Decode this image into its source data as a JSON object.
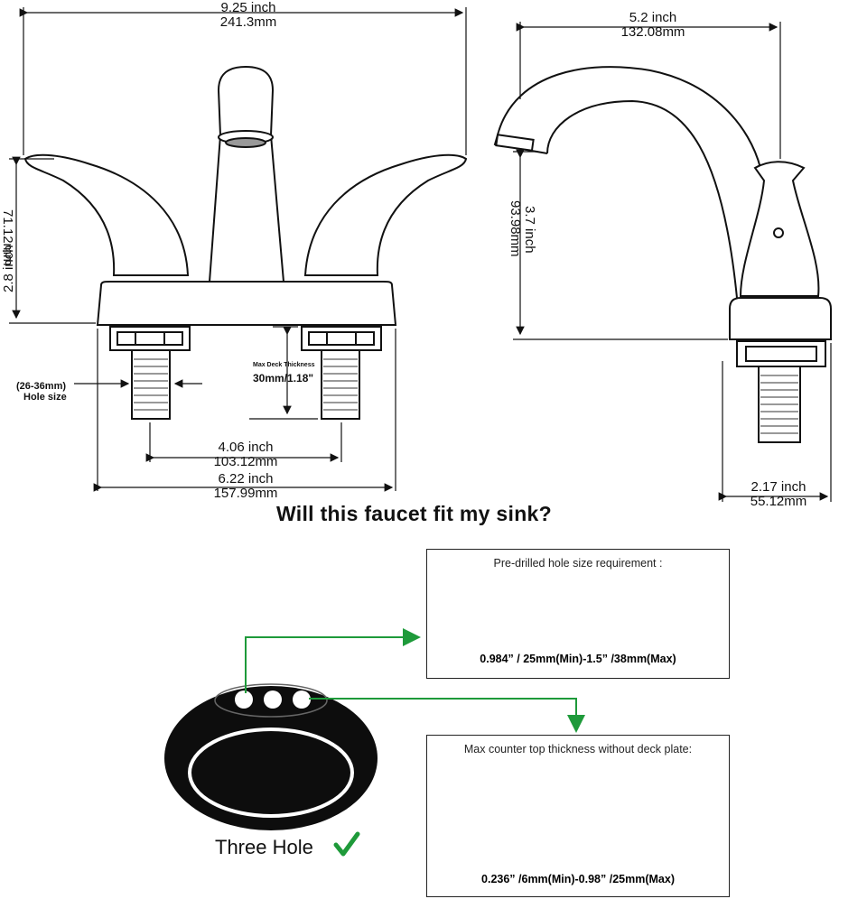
{
  "front_view": {
    "overall_width": {
      "inch": "9.25 inch",
      "mm": "241.3mm"
    },
    "height": {
      "inch": "2.8 inch",
      "mm": "71.12mm"
    },
    "hole_size_label": {
      "range": "(26-36mm)",
      "caption": "Hole size"
    },
    "deck_thickness": {
      "title": "Max Deck Thickness",
      "value": "30mm/1.18\""
    },
    "center_spacing": {
      "inch": "4.06 inch",
      "mm": "103.12mm"
    },
    "base_width": {
      "inch": "6.22 inch",
      "mm": "157.99mm"
    }
  },
  "side_view": {
    "spout_reach": {
      "inch": "5.2 inch",
      "mm": "132.08mm"
    },
    "spout_height": {
      "inch": "3.7 inch",
      "mm": "93.98mm"
    },
    "base_depth": {
      "inch": "2.17 inch",
      "mm": "55.12mm"
    }
  },
  "headline": "Will this faucet fit my sink?",
  "hole_requirement_box": {
    "title": "Pre-drilled hole size requirement :",
    "spec": "0.984” / 25mm(Min)-1.5” /38mm(Max)"
  },
  "thickness_box": {
    "title": "Max counter top thickness without deck plate:",
    "spec": "0.236” /6mm(Min)-0.98” /25mm(Max)"
  },
  "sink": {
    "label": "Three Hole",
    "check_icon": "check-mark-icon"
  },
  "colors": {
    "arrow_green": "#1e9a3a",
    "line": "#111111",
    "hole_fill": "#b4b4b4",
    "hole_dark": "#555555"
  }
}
